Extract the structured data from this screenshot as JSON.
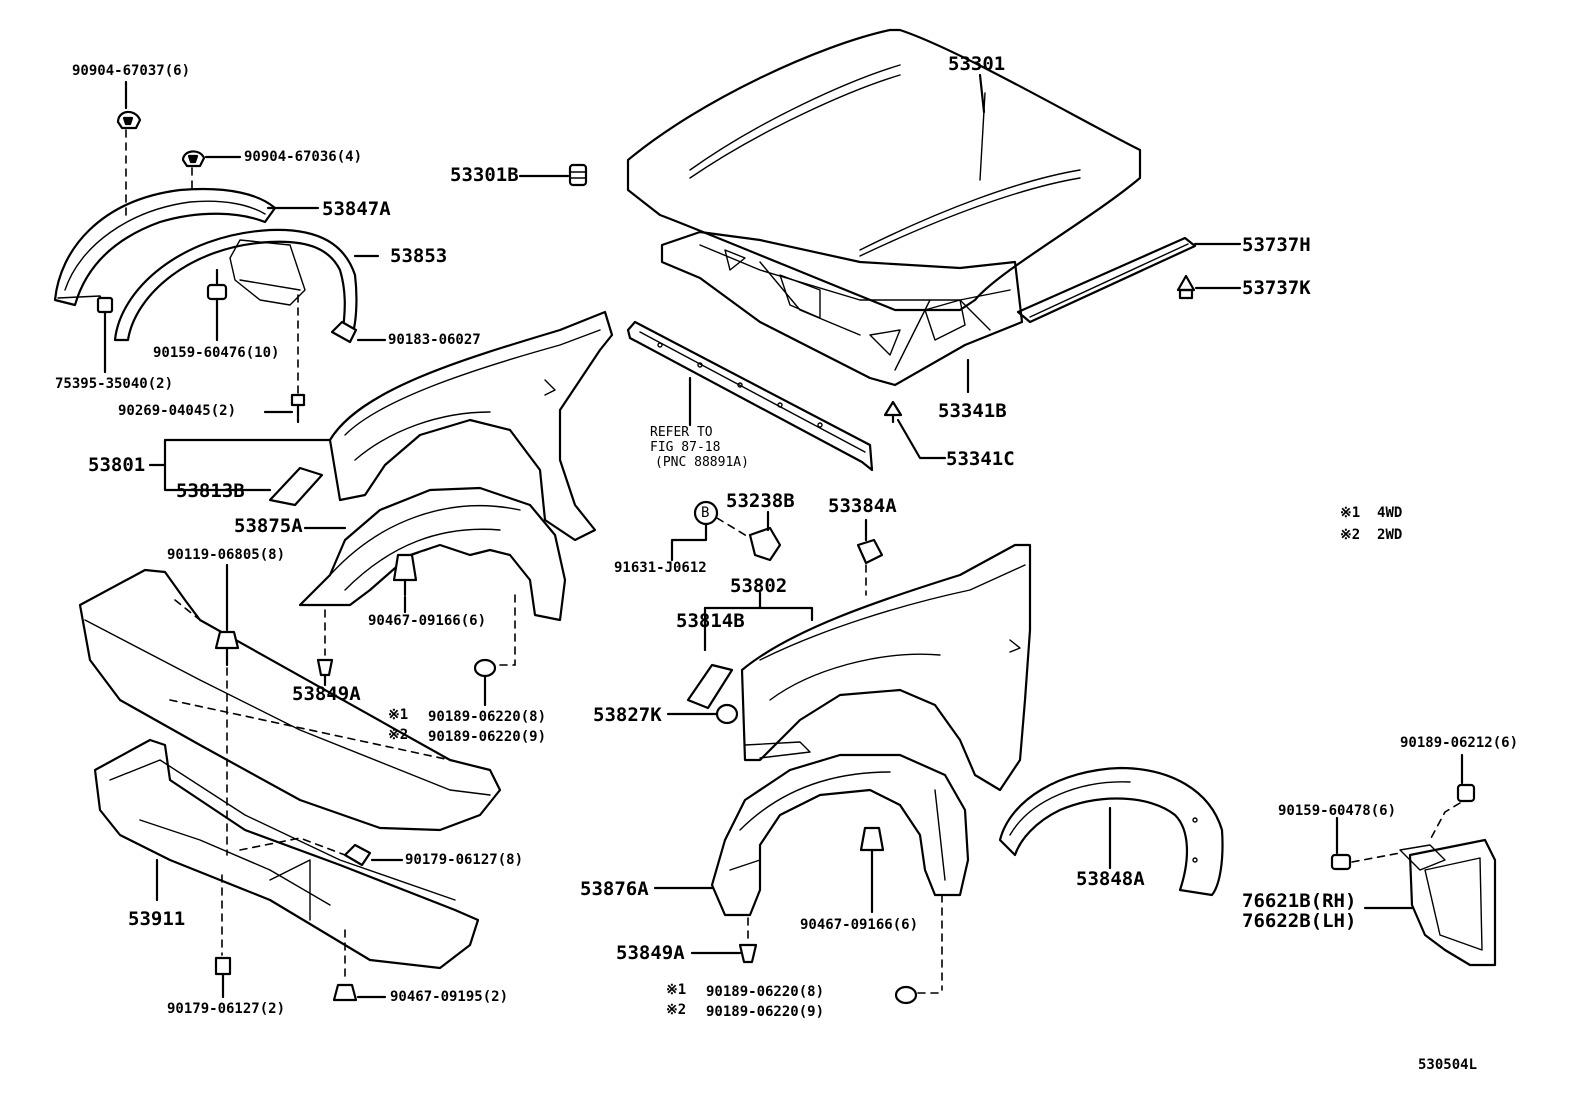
{
  "labels": {
    "p53301": "53301",
    "p53301B": "53301B",
    "p53737H": "53737H",
    "p53737K": "53737K",
    "p53341B": "53341B",
    "p53341C": "53341C",
    "refer1": "REFER TO",
    "refer2": "FIG 87-18",
    "refer3": "(PNC 88891A)",
    "p90904_67037": "90904-67037(6)",
    "p90904_67036": "90904-67036(4)",
    "p53847A": "53847A",
    "p53853": "53853",
    "p90159_60476": "90159-60476(10)",
    "p90183_06027": "90183-06027",
    "p75395_35040": "75395-35040(2)",
    "p90269_04045": "90269-04045(2)",
    "p53801": "53801",
    "p53813B": "53813B",
    "p53875A": "53875A",
    "p90119_06805": "90119-06805(8)",
    "p90467_09166a": "90467-09166(6)",
    "p53849Aa": "53849A",
    "p90189_06220_8a": "90189-06220(8)",
    "p90189_06220_9a": "90189-06220(9)",
    "p53238B": "53238B",
    "circleB": "B",
    "p91631_J0612": "91631-J0612",
    "p53802": "53802",
    "p53814B": "53814B",
    "p53827K": "53827K",
    "p53384A": "53384A",
    "note1": "※1  4WD",
    "note2": "※2  2WD",
    "mark1": "※1",
    "mark2": "※2",
    "p90179_06127_8": "90179-06127(8)",
    "p53911": "53911",
    "p90179_06127_2": "90179-06127(2)",
    "p90467_09195": "90467-09195(2)",
    "p53876A": "53876A",
    "p53849Ab": "53849A",
    "p90467_09166b": "90467-09166(6)",
    "p90189_06220_8b": "90189-06220(8)",
    "p90189_06220_9b": "90189-06220(9)",
    "p53848A": "53848A",
    "p90189_06212": "90189-06212(6)",
    "p90159_60478": "90159-60478(6)",
    "p76621B": "76621B(RH)",
    "p76622B": "76622B(LH)",
    "figure_code": "530504L"
  }
}
